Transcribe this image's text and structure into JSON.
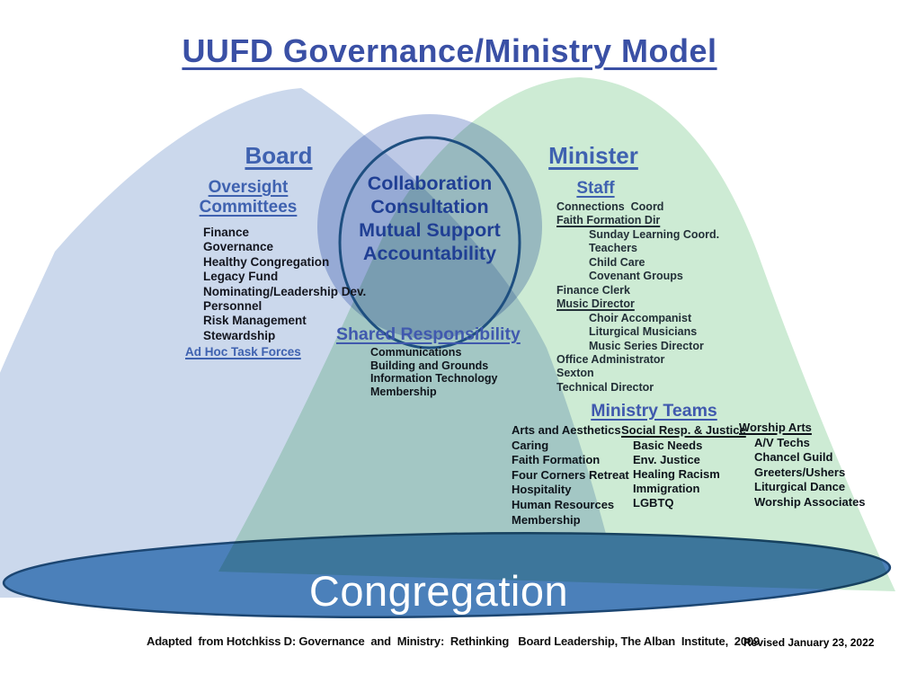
{
  "title": "UUFD Governance/Ministry Model",
  "colors": {
    "board_bell": "#cbd8ec",
    "minister_bell": "#cdebd4",
    "circle_fill": "#bdc9e6",
    "ring_stroke": "#1e4f80",
    "congregation_fill": "#4b80ba",
    "congregation_stroke": "#1c4672",
    "heading_blue": "#3f62b0",
    "title_blue": "#3a50a5",
    "circle_text_blue": "#203f94"
  },
  "board": {
    "heading": "Board",
    "subheading": "Oversight Committees",
    "committees": [
      "Finance",
      "Governance",
      "Healthy Congregation",
      "Legacy Fund",
      "Nominating/Leadership Dev.",
      "Personnel",
      "Risk Management",
      "Stewardship"
    ],
    "adhoc": "Ad Hoc Task Forces"
  },
  "center_circle": {
    "lines": [
      "Collaboration",
      "Consultation",
      "Mutual Support",
      "Accountability"
    ]
  },
  "shared": {
    "heading": "Shared Responsibility",
    "items": [
      "Communications",
      "Building and Grounds",
      "Information Technology",
      "Membership"
    ]
  },
  "minister": {
    "heading": "Minister",
    "subheading": "Staff",
    "staff": [
      "Connections  Coord",
      "Faith Formation Dir",
      "Sunday Learning Coord.",
      "Teachers",
      "Child Care",
      "Covenant Groups",
      "Finance Clerk",
      "Music Director",
      "Choir Accompanist",
      "Liturgical Musicians",
      "Music Series Director",
      "Office Administrator",
      "Sexton",
      "Technical Director"
    ]
  },
  "ministry_teams": {
    "heading": "Ministry Teams",
    "general": [
      "Arts and Aesthetics",
      "Caring",
      "Faith Formation",
      "Four Corners Retreat",
      "Hospitality",
      "Human Resources",
      "Membership"
    ],
    "social": {
      "heading": "Social Resp. & Justice",
      "items": [
        "Basic Needs",
        "Env. Justice",
        "Healing Racism",
        "Immigration",
        "LGBTQ"
      ]
    },
    "worship": {
      "heading": "Worship Arts",
      "items": [
        "A/V Techs",
        "Chancel Guild",
        "Greeters/Ushers",
        "Liturgical Dance",
        "Worship Associates"
      ]
    }
  },
  "congregation": {
    "label": "Congregation"
  },
  "footer": {
    "attribution": "Adapted  from Hotchkiss D: Governance  and  Ministry:  Rethinking   Board Leadership, The Alban  Institute,  2009",
    "revised": "Revised January 23, 2022"
  }
}
